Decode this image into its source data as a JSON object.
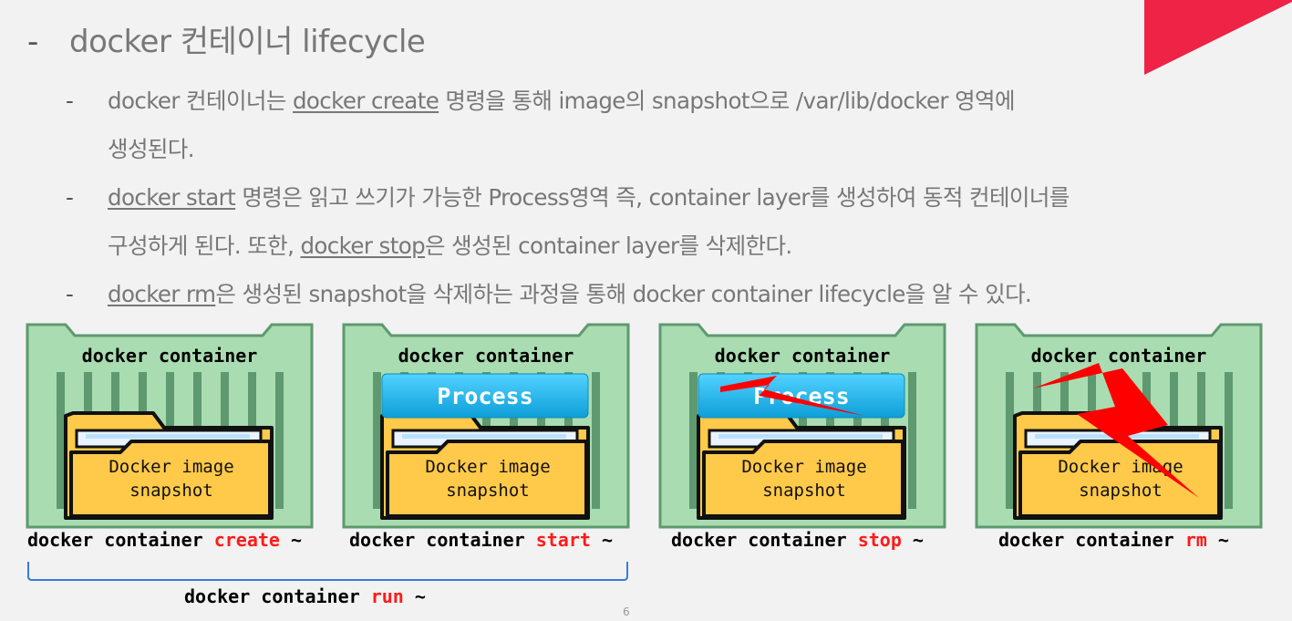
{
  "heading": "docker 컨테이너 lifecycle",
  "bullets": [
    {
      "pre": "docker 컨테이너는 ",
      "link": "docker create",
      "post": " 명령을 통해 image의 snapshot으로 /var/lib/docker 영역에",
      "line2": "생성된다."
    },
    {
      "link": "docker start",
      "post": " 명령은 읽고 쓰기가 가능한 Process영역 즉, container layer를 생성하여 동적 컨테이너를",
      "line2_pre": "구성하게 된다. 또한, ",
      "line2_link": "docker stop",
      "line2_post": "은 생성된 container layer를 삭제한다."
    },
    {
      "link": "docker rm",
      "post": "은 생성된 snapshot을 삭제하는 과정을 통해 docker container lifecycle을 알 수 있다."
    }
  ],
  "diagram": {
    "container_label": "docker container",
    "image_line1": "Docker image",
    "image_line2": "snapshot",
    "process_label": "Process"
  },
  "captions": [
    {
      "prefix": "docker container ",
      "keyword": "create",
      "suffix": " ~"
    },
    {
      "prefix": "docker container ",
      "keyword": "start",
      "suffix": " ~"
    },
    {
      "prefix": "docker container ",
      "keyword": "stop",
      "suffix": " ~"
    },
    {
      "prefix": "docker container ",
      "keyword": "rm",
      "suffix": " ~"
    }
  ],
  "run_caption": {
    "prefix": "docker container ",
    "keyword": "run",
    "suffix": " ~"
  },
  "page_number": "6",
  "colors": {
    "accent_red": "#ee2345",
    "keyword_red": "#ff1a1a",
    "container_green": "#a9dcb0",
    "container_border": "#5e9970",
    "folder_yellow": "#ffc94a",
    "process_blue": "#1cb3e8",
    "bolt_red": "#ff0000"
  }
}
